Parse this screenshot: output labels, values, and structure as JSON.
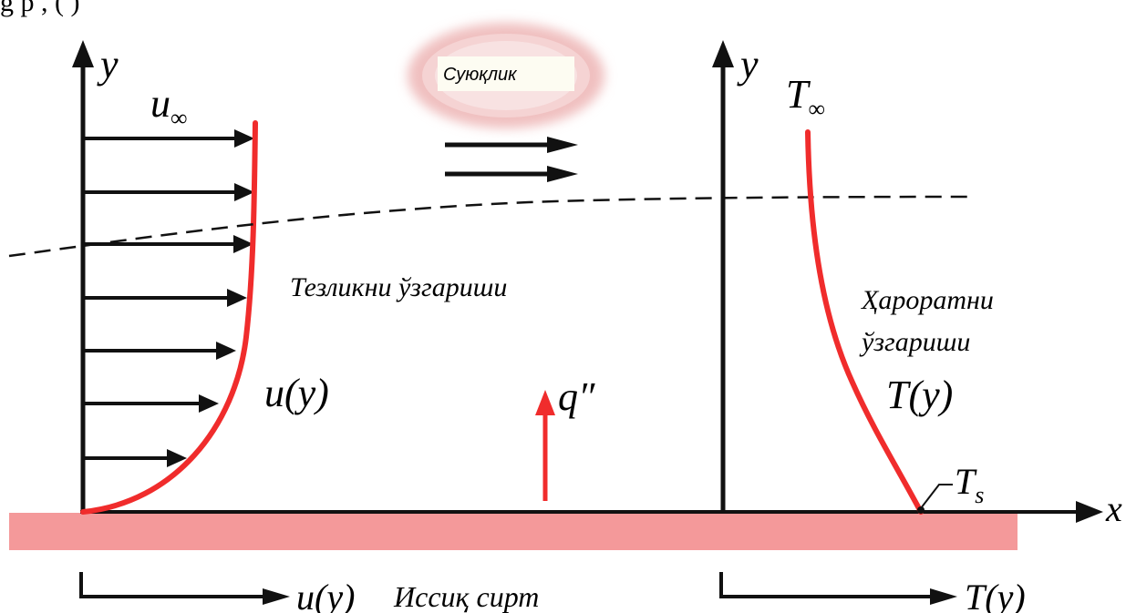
{
  "top_text": "g p     ,                  (    )",
  "labels": {
    "y_left": "y",
    "u_inf": "u",
    "u_inf_sub": "∞",
    "fluid": "Суюқлик",
    "velocity_change": "Тезликни ўзгариши",
    "u_y_curve": "u(y)",
    "q_flux": "q″",
    "y_right": "y",
    "t_inf": "T",
    "t_inf_sub": "∞",
    "temp_change_line1": "Ҳароратни",
    "temp_change_line2": "ўзгариши",
    "t_y_curve": "T(y)",
    "t_s": "T",
    "t_s_sub": "s",
    "x_axis": "x",
    "u_y_bottom": "u(y)",
    "hot_surface": "Иссиқ сирт",
    "t_y_bottom": "T(y)"
  },
  "colors": {
    "profile": "#f02c2c",
    "surface": "#f4999a",
    "arrow": "#111111",
    "cloud_outer": "#f3c6c6",
    "cloud_inner": "#f7dede",
    "cloud_box": "#fdfcf2",
    "flux_arrow": "#f02c2c"
  },
  "velocity_arrow_count": 7
}
